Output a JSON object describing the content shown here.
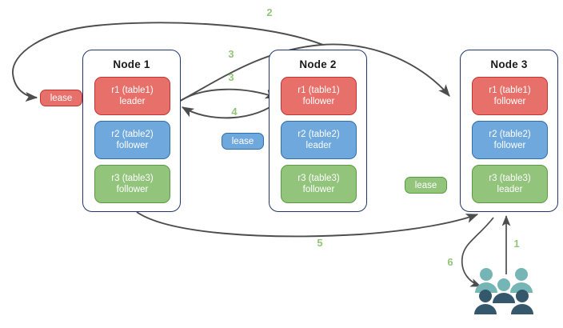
{
  "diagram": {
    "title": "Raft multi-node lease / replica routing diagram",
    "colors": {
      "red_fill": "#e8706b",
      "red_stroke": "#c4332e",
      "blue_fill": "#6fa8dc",
      "blue_stroke": "#2f6fae",
      "green_fill": "#92c47c",
      "green_stroke": "#5a9b42",
      "node_border": "#22366b",
      "arrow": "#4d4d4d",
      "step_label": "#93c47d",
      "users_light": "#76b5b5",
      "users_dark": "#35576b"
    }
  },
  "nodes": [
    {
      "name": "node-1",
      "title": "Node 1",
      "replicas": [
        {
          "name": "r1-table1",
          "line1": "r1 (table1)",
          "line2": "leader",
          "color": "red"
        },
        {
          "name": "r2-table2",
          "line1": "r2 (table2)",
          "line2": "follower",
          "color": "blue"
        },
        {
          "name": "r3-table3",
          "line1": "r3 (table3)",
          "line2": "follower",
          "color": "green"
        }
      ]
    },
    {
      "name": "node-2",
      "title": "Node 2",
      "replicas": [
        {
          "name": "r1-table1",
          "line1": "r1 (table1)",
          "line2": "follower",
          "color": "red"
        },
        {
          "name": "r2-table2",
          "line1": "r2 (table2)",
          "line2": "leader",
          "color": "blue"
        },
        {
          "name": "r3-table3",
          "line1": "r3 (table3)",
          "line2": "follower",
          "color": "green"
        }
      ]
    },
    {
      "name": "node-3",
      "title": "Node 3",
      "replicas": [
        {
          "name": "r1-table1",
          "line1": "r1 (table1)",
          "line2": "follower",
          "color": "red"
        },
        {
          "name": "r2-table2",
          "line1": "r2 (table2)",
          "line2": "follower",
          "color": "blue"
        },
        {
          "name": "r3-table3",
          "line1": "r3 (table3)",
          "line2": "leader",
          "color": "green"
        }
      ]
    }
  ],
  "leases": [
    {
      "name": "lease-table1",
      "label": "lease",
      "color": "red"
    },
    {
      "name": "lease-table2",
      "label": "lease",
      "color": "blue"
    },
    {
      "name": "lease-table3",
      "label": "lease",
      "color": "green"
    }
  ],
  "steps": [
    {
      "name": "step-1",
      "label": "1"
    },
    {
      "name": "step-2",
      "label": "2"
    },
    {
      "name": "step-3a",
      "label": "3"
    },
    {
      "name": "step-3b",
      "label": "3"
    },
    {
      "name": "step-4",
      "label": "4"
    },
    {
      "name": "step-5",
      "label": "5"
    },
    {
      "name": "step-6",
      "label": "6"
    }
  ],
  "icons": {
    "users": "users-group-icon"
  }
}
